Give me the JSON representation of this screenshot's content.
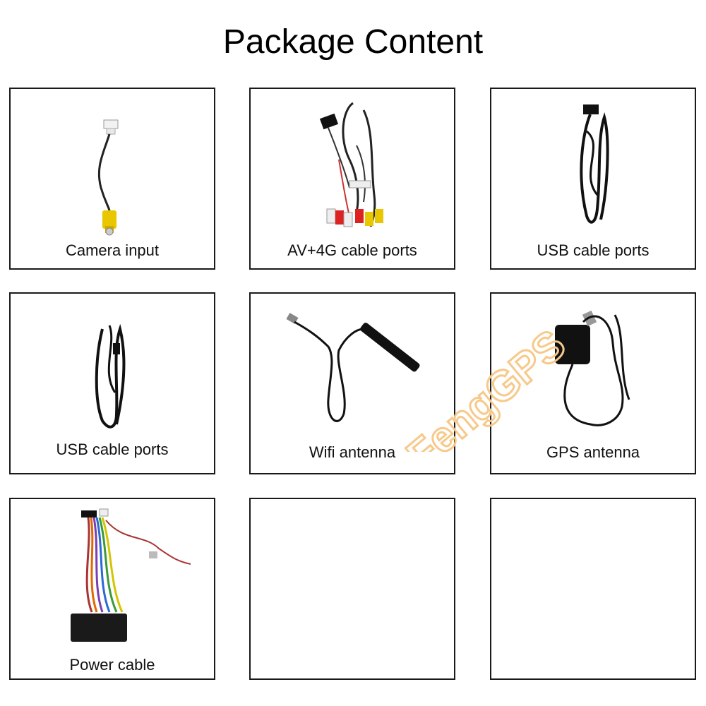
{
  "page": {
    "title": "Package Content"
  },
  "items": [
    {
      "label": "Camera input",
      "icon": "rca-camera-cable-icon"
    },
    {
      "label": "AV+4G cable ports",
      "icon": "av-rca-harness-icon"
    },
    {
      "label": "USB cable ports",
      "icon": "usb-cable-icon"
    },
    {
      "label": "USB cable ports",
      "icon": "usb-cable-icon"
    },
    {
      "label": "Wifi antenna",
      "icon": "wifi-antenna-icon"
    },
    {
      "label": "GPS antenna",
      "icon": "gps-antenna-icon"
    },
    {
      "label": "Power cable",
      "icon": "power-harness-icon"
    },
    {
      "label": "",
      "icon": ""
    },
    {
      "label": "",
      "icon": ""
    }
  ],
  "watermark": {
    "text": "FengGPS",
    "color": "#f7c98a"
  }
}
